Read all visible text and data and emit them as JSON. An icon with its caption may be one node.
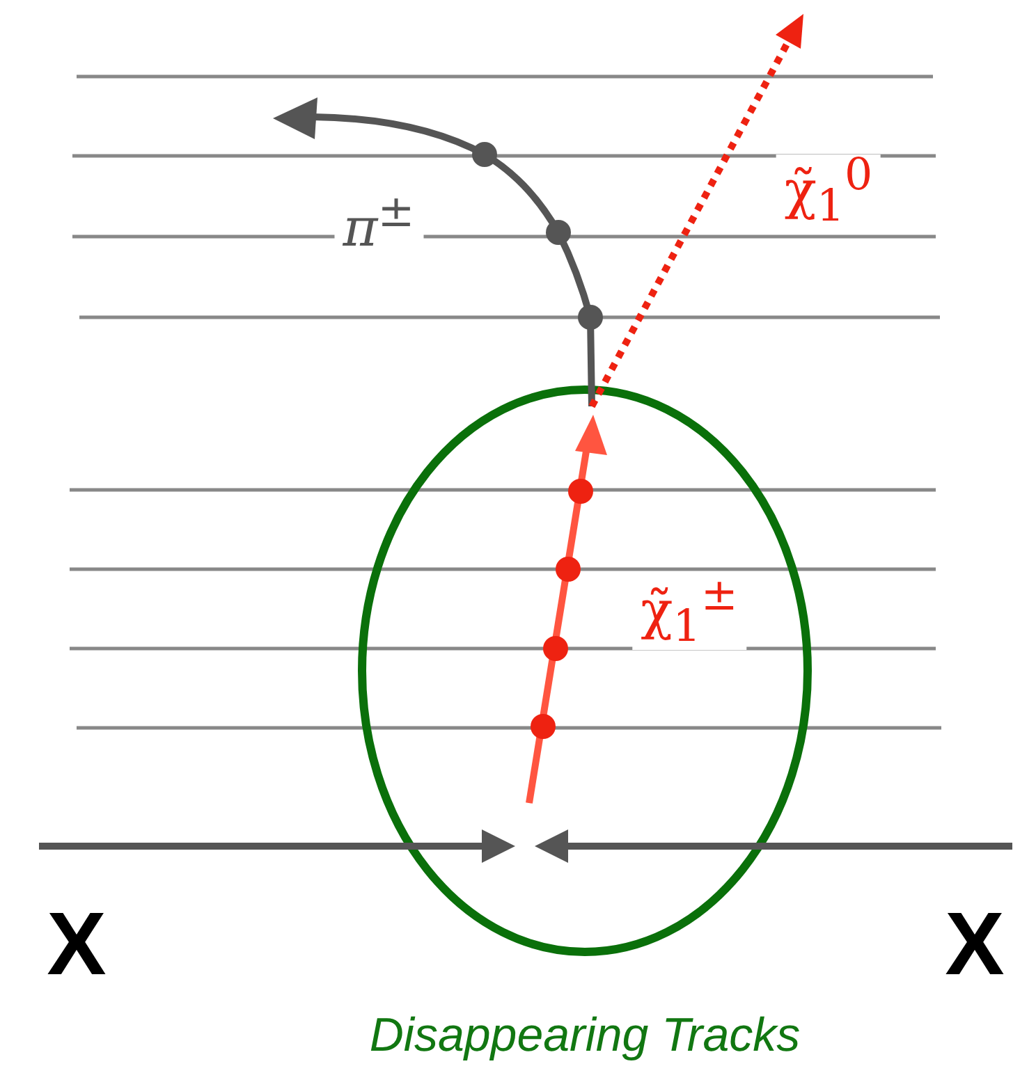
{
  "diagram": {
    "caption": "Disappearing Tracks",
    "labels": [
      "χ̃$_{1}$$^{0}$",
      "π$^{±}$",
      "χ̃$_{1}$$^{±}$",
      "X",
      "X"
    ]
  }
}
